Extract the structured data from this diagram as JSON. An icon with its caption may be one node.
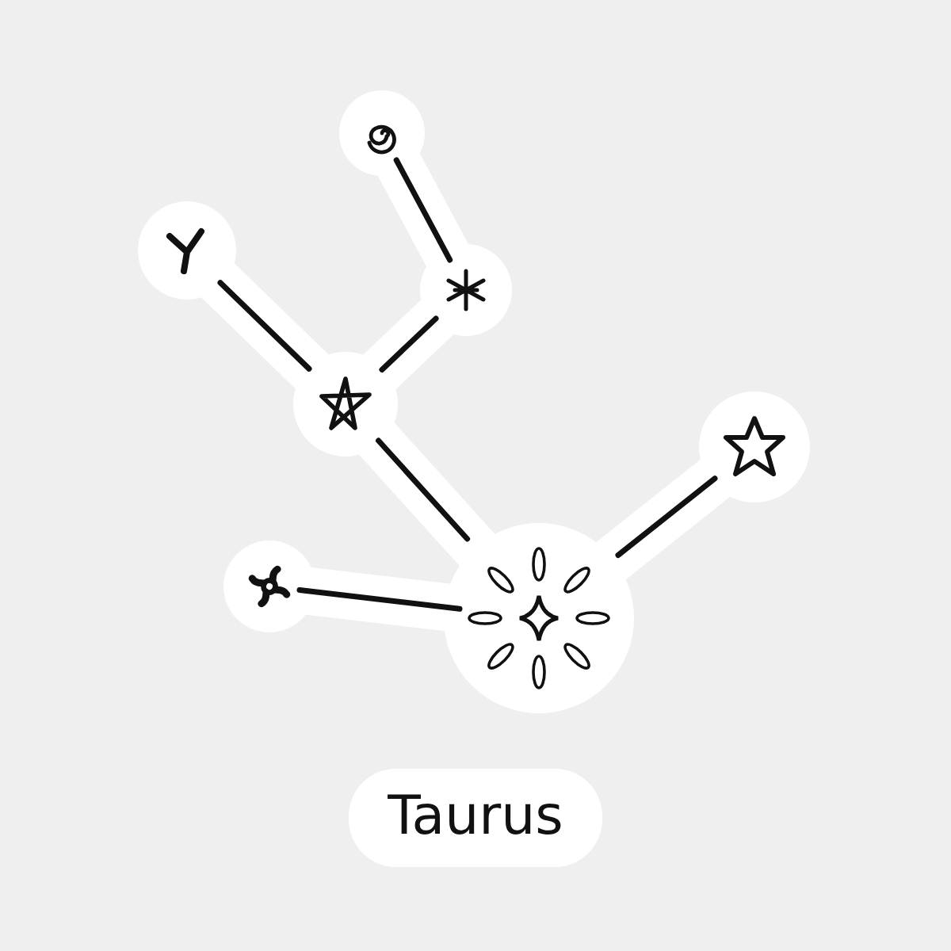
{
  "diagram": {
    "nodes": [
      {
        "text": [],
        "shape": "picture"
      },
      {
        "text": [],
        "shape": "picture"
      },
      {
        "text": [],
        "shape": "picture"
      },
      {
        "text": [],
        "shape": "picture"
      },
      {
        "text": [],
        "shape": "picture"
      },
      {
        "text": [],
        "shape": "picture"
      },
      {
        "text": [],
        "shape": "picture"
      }
    ],
    "edges": [
      {
        "from": 0,
        "to": 2,
        "arrow": "none"
      },
      {
        "from": 1,
        "to": 3,
        "arrow": "none"
      },
      {
        "from": 2,
        "to": 3,
        "arrow": "none"
      },
      {
        "from": 3,
        "to": 6,
        "arrow": "none"
      },
      {
        "from": 5,
        "to": 6,
        "arrow": "none"
      },
      {
        "from": 4,
        "to": 6,
        "arrow": "none"
      }
    ],
    "labels": [
      "Taurus"
    ]
  }
}
